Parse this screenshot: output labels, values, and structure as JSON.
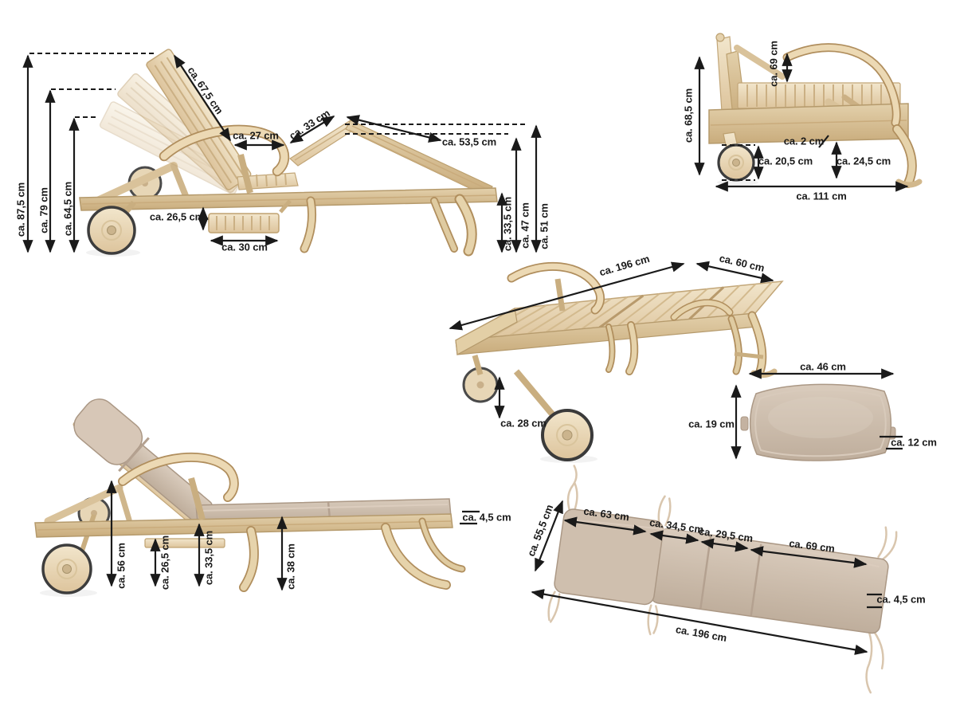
{
  "colors": {
    "background": "#ffffff",
    "wood_light": "#f2e6cc",
    "wood_mid": "#e5d2ae",
    "wood_dark": "#cdb286",
    "cushion": "#cbbaa9",
    "cushion_light": "#d9cbbc",
    "annotation": "#1a1a1a"
  },
  "views": {
    "lounger_side_recline": {
      "dims": {
        "height_max": "ca. 87,5 cm",
        "height_mid": "ca. 79 cm",
        "height_low": "ca. 64,5 cm",
        "backrest_length": "ca. 67,5 cm",
        "seat_gap": "ca. 27 cm",
        "kneerest_upper": "ca. 33 cm",
        "kneerest_lower": "ca. 53,5 cm",
        "tray_height": "ca. 26,5 cm",
        "tray_width": "ca. 30 cm",
        "frame_height": "ca. 33,5 cm",
        "mid_height": "ca. 47 cm",
        "end_height": "ca. 51 cm"
      }
    },
    "lounger_folded": {
      "dims": {
        "armrest_height": "ca. 69 cm",
        "folded_height": "ca. 68,5 cm",
        "gap": "ca. 2 cm",
        "wheel_diameter": "ca. 20,5 cm",
        "clearance": "ca. 24,5 cm",
        "folded_length": "ca. 111 cm"
      }
    },
    "lounger_perspective": {
      "dims": {
        "length": "ca. 196 cm",
        "width": "ca. 60 cm",
        "deck_height": "ca. 28 cm"
      }
    },
    "pillow": {
      "dims": {
        "width": "ca. 46 cm",
        "height": "ca. 19 cm",
        "thickness": "ca. 12 cm"
      }
    },
    "lounger_cushion_side": {
      "dims": {
        "armrest_height": "ca. 56 cm",
        "tray_height": "ca. 26,5 cm",
        "frame_height": "ca. 33,5 cm",
        "seat_height": "ca. 38 cm",
        "cushion_thickness": "ca. 4,5 cm"
      }
    },
    "cushion_top": {
      "dims": {
        "width": "ca. 55,5 cm",
        "head_section": "ca. 63 cm",
        "back_section": "ca. 34,5 cm",
        "seat_section": "ca. 29,5 cm",
        "leg_section": "ca. 69 cm",
        "thickness": "ca. 4,5 cm",
        "total_length": "ca. 196 cm"
      }
    }
  }
}
